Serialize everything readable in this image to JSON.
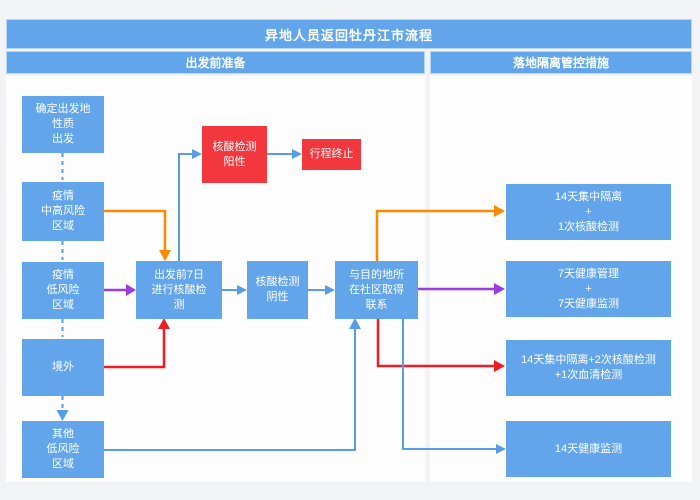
{
  "title": "异地人员返回牡丹江市流程",
  "sections": {
    "left": "出发前准备",
    "right": "落地隔离管控措施"
  },
  "nodes": {
    "origin": "确定出发地\n性质\n出发",
    "mid_high_risk": "疫情\n中高风险\n区域",
    "low_risk": "疫情\n低风险\n区域",
    "overseas": "境外",
    "other_low_risk": "其他\n低风险\n区域",
    "pre_test": "出发前7日\n进行核酸检\n测",
    "negative": "核酸检测\n阴性",
    "contact_community": "与目的地所\n在社区取得\n联系",
    "positive": "核酸检测\n阳性",
    "trip_end": "行程终止",
    "quarantine_14_1test": "14天集中隔离\n+\n1次核酸检测",
    "health_7_7": "7天健康管理\n+\n7天健康监测",
    "quarantine_14_2test_serum": "14天集中隔离+2次核酸检测\n+1次血清检测",
    "monitor_14": "14天健康监测"
  },
  "colors": {
    "node_blue": "#63a5ea",
    "node_red": "#f2383e",
    "arrow_blue": "#559de4",
    "arrow_orange": "#ff8a00",
    "arrow_purple": "#9b3ce0",
    "arrow_red": "#ee1c25"
  }
}
